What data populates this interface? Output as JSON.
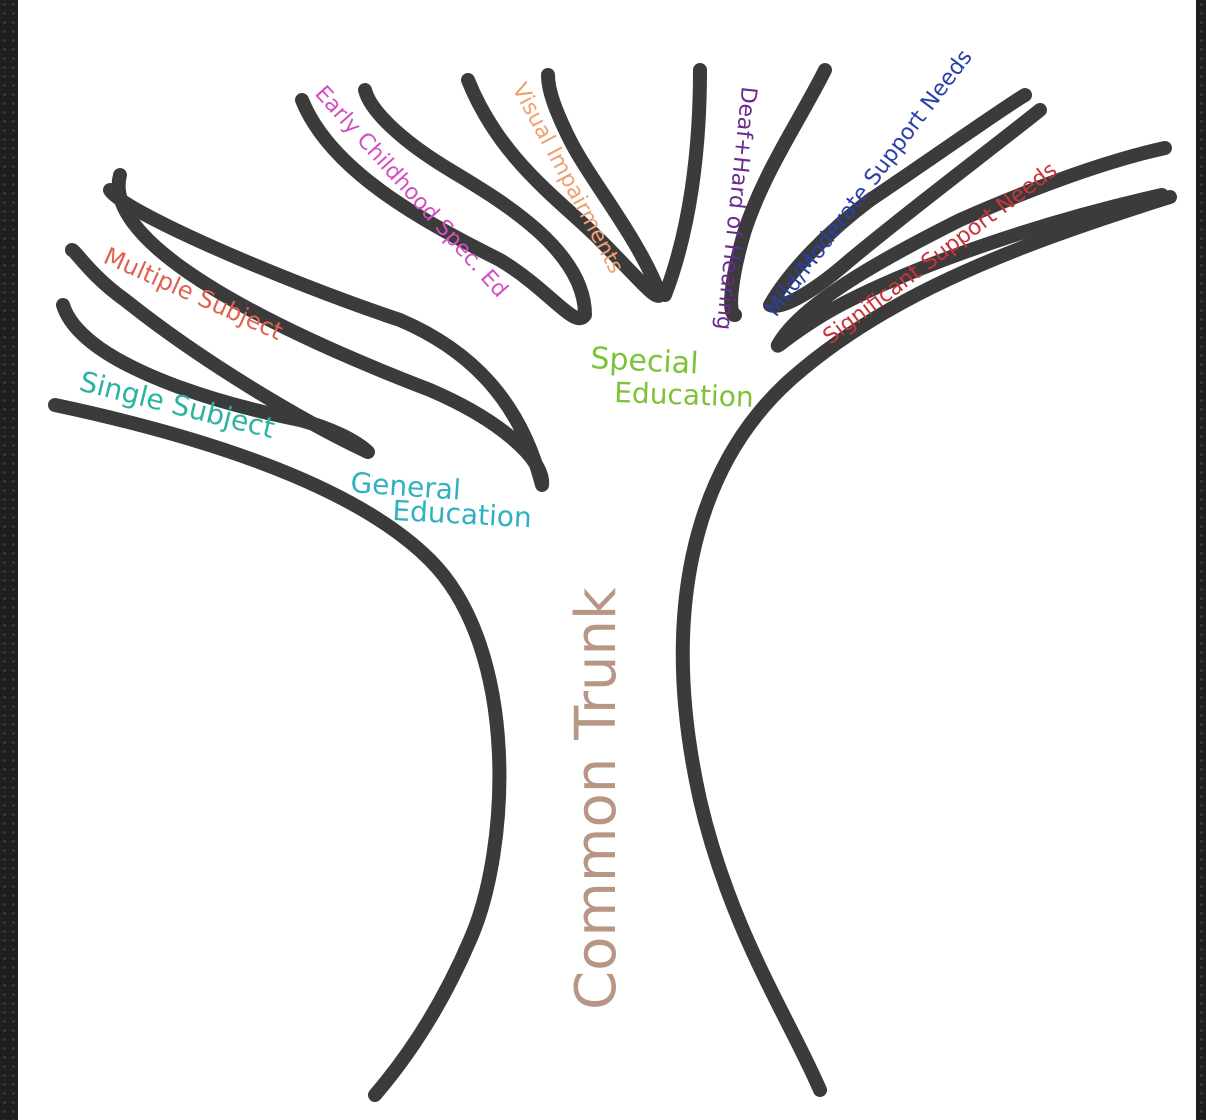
{
  "diagram": {
    "trunk_label": "Common Trunk",
    "general_education": {
      "line1": "General",
      "line2": "Education"
    },
    "special_education": {
      "line1": "Special",
      "line2": "Education"
    },
    "branches": {
      "single_subject": "Single Subject",
      "multiple_subject": "Multiple Subject",
      "early_childhood": "Early Childhood Spec. Ed",
      "visual_impairments": "Visual Impairments",
      "deaf_hard_of_hearing": "Deaf+Hard of Hearing",
      "mild_moderate": "Mild/Moderate Support Needs",
      "significant": "Significant Support Needs"
    },
    "colors": {
      "single_subject": "#2bb3a2",
      "multiple_subject": "#e0614f",
      "early_childhood": "#d24fc0",
      "visual_impairments": "#f0a070",
      "deaf_hard_of_hearing": "#6a2a8e",
      "mild_moderate": "#2a3fa8",
      "significant": "#c8343c",
      "general_education": "#2fb2c0",
      "special_education": "#7ec23a",
      "trunk_label": "#b89686",
      "branch_stroke": "#3b3b3b"
    }
  }
}
